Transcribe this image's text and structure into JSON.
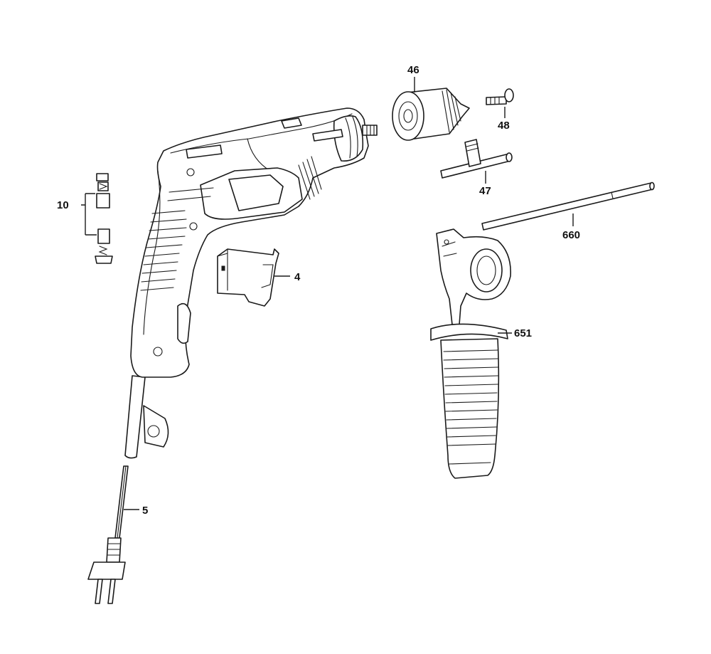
{
  "callouts": [
    {
      "id": "4",
      "part": "switch"
    },
    {
      "id": "5",
      "part": "power-cord"
    },
    {
      "id": "10",
      "part": "carbon-brushes"
    },
    {
      "id": "46",
      "part": "drill-chuck"
    },
    {
      "id": "47",
      "part": "chuck-key"
    },
    {
      "id": "48",
      "part": "chuck-screw"
    },
    {
      "id": "651",
      "part": "auxiliary-handle"
    },
    {
      "id": "660",
      "part": "depth-stop-rod"
    }
  ],
  "colors": {
    "line": "#1a1a1a",
    "background": "#ffffff"
  }
}
